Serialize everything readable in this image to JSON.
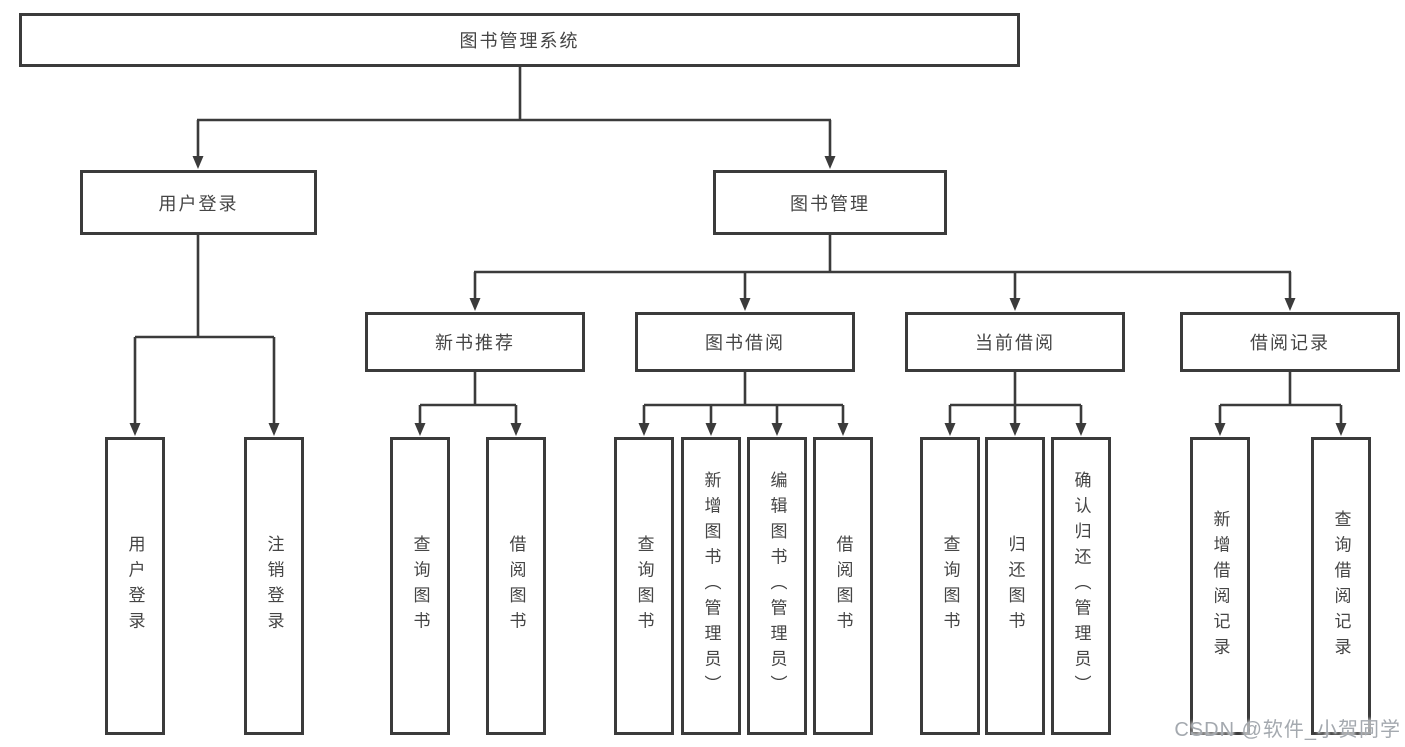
{
  "diagram": {
    "root": "图书管理系统",
    "level2": {
      "user_login": "用户登录",
      "book_management": "图书管理"
    },
    "level3": {
      "new_book_recommend": "新书推荐",
      "book_borrowing": "图书借阅",
      "current_borrowing": "当前借阅",
      "borrowing_records": "借阅记录"
    },
    "leaves": {
      "user_login": [
        "用户登录",
        "注销登录"
      ],
      "new_book_recommend": [
        "查询图书",
        "借阅图书"
      ],
      "book_borrowing": [
        "查询图书",
        "新增图书（管理员）",
        "编辑图书（管理员）",
        "借阅图书"
      ],
      "current_borrowing": [
        "查询图书",
        "归还图书",
        "确认归还（管理员）"
      ],
      "borrowing_records": [
        "新增借阅记录",
        "查询借阅记录"
      ]
    }
  },
  "watermark": "CSDN @软件_小贺同学",
  "colors": {
    "line": "#3b3b3b",
    "box_border": "#3b3b3b",
    "text": "#454545",
    "watermark": "#a4a9af",
    "background": "#ffffff"
  }
}
